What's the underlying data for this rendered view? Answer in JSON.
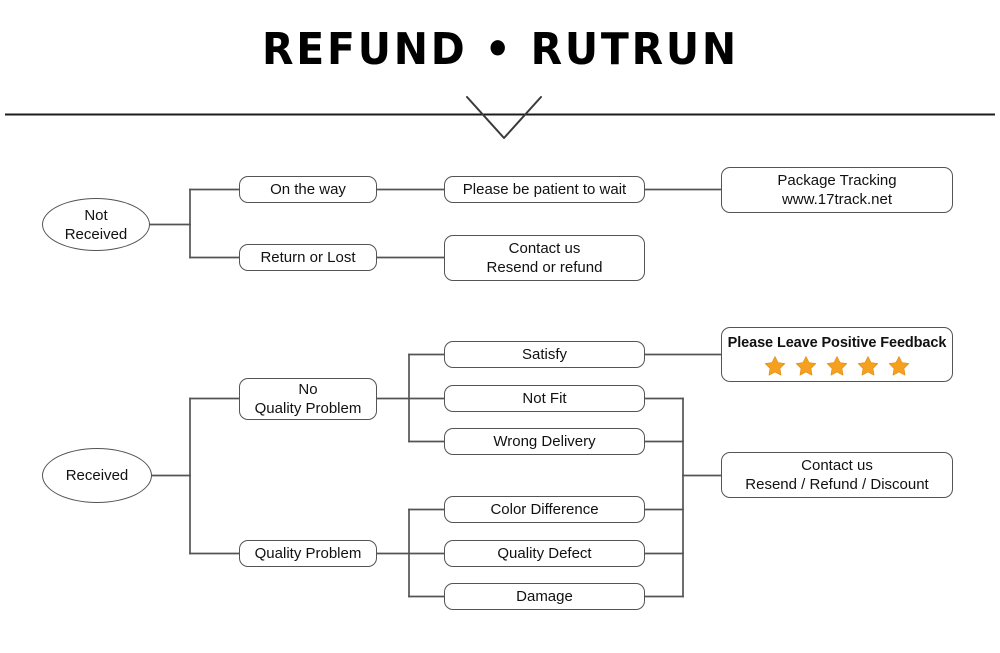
{
  "header": {
    "title": "REFUND • RUTRUN",
    "divider_icon": "horizontal-rule",
    "chevron_icon": "chevron-down-icon"
  },
  "theme": {
    "background": "#ffffff",
    "line_color": "#545454",
    "text_color": "#111111",
    "title_color": "#000000",
    "star_color": "#F5A01E",
    "star_stroke": "#E08C10"
  },
  "flow": {
    "branches": [
      {
        "root": {
          "label": "Not\nReceived",
          "shape": "ellipse"
        },
        "options": [
          {
            "label": "On the way",
            "next": [
              {
                "label": "Please be patient to wait"
              },
              {
                "label": "Package Tracking\nwww.17track.net"
              }
            ]
          },
          {
            "label": "Return or Lost",
            "next": [
              {
                "label": "Contact us\nResend or refund"
              }
            ]
          }
        ]
      },
      {
        "root": {
          "label": "Received",
          "shape": "ellipse"
        },
        "options": [
          {
            "label": "No\nQuality Problem",
            "reasons": [
              "Satisfy",
              "Not Fit",
              "Wrong Delivery"
            ]
          },
          {
            "label": "Quality Problem",
            "reasons": [
              "Color Difference",
              "Quality Defect",
              "Damage"
            ]
          }
        ],
        "outcomes": [
          {
            "type": "feedback",
            "title": "Please Leave Positive Feedback",
            "rating": 5,
            "star_icon": "star-filled-icon"
          },
          {
            "type": "text",
            "label": "Contact us\nResend / Refund / Discount"
          }
        ]
      }
    ]
  },
  "nodes": {
    "not_received": "Not\nReceived",
    "on_the_way": "On the way",
    "return_or_lost": "Return or Lost",
    "be_patient": "Please be patient to wait",
    "package_tracking": "Package Tracking\nwww.17track.net",
    "contact_resend_refund": "Contact us\nResend or refund",
    "received": "Received",
    "no_quality_problem": "No\nQuality Problem",
    "quality_problem": "Quality Problem",
    "satisfy": "Satisfy",
    "not_fit": "Not Fit",
    "wrong_delivery": "Wrong Delivery",
    "color_difference": "Color Difference",
    "quality_defect": "Quality Defect",
    "damage": "Damage",
    "feedback_title": "Please Leave Positive Feedback",
    "contact_resend_refund_discount": "Contact us\nResend / Refund / Discount"
  }
}
